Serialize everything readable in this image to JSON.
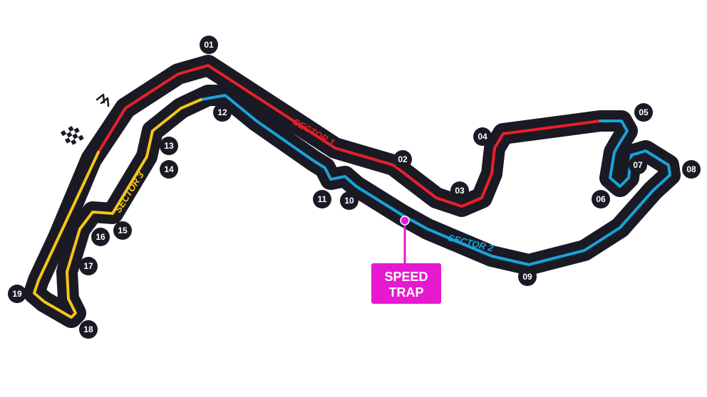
{
  "colors": {
    "track": "#1a1a24",
    "sector1": "#e8202a",
    "sector2": "#1aa3d9",
    "sector3": "#f5c518",
    "speed_trap": "#e619d0",
    "turn_badge": "#1a1a24",
    "turn_text": "#ffffff"
  },
  "sectors": [
    {
      "id": "s1",
      "label": "SECTOR 1",
      "color": "#e8202a"
    },
    {
      "id": "s2",
      "label": "SECTOR 2",
      "color": "#1aa3d9"
    },
    {
      "id": "s3",
      "label": "SECTOR 3",
      "color": "#f5c518"
    }
  ],
  "turns": [
    "01",
    "02",
    "03",
    "04",
    "05",
    "06",
    "07",
    "08",
    "09",
    "10",
    "11",
    "12",
    "13",
    "14",
    "15",
    "16",
    "17",
    "18",
    "19"
  ],
  "speed_trap": {
    "line1": "SPEED",
    "line2": "TRAP"
  },
  "icons": {
    "start_finish": "checkered-flag-icon",
    "direction": "direction-chevrons-icon"
  }
}
